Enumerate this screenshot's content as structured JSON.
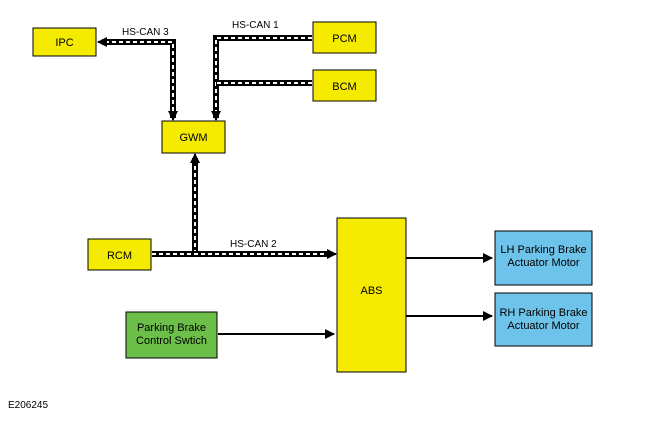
{
  "diagram": {
    "modules": {
      "ipc": "IPC",
      "pcm": "PCM",
      "bcm": "BCM",
      "gwm": "GWM",
      "rcm": "RCM",
      "abs": "ABS",
      "switch_line1": "Parking Brake",
      "switch_line2": "Control Swtich",
      "lh_line1": "LH Parking Brake",
      "lh_line2": "Actuator Motor",
      "rh_line1": "RH Parking Brake",
      "rh_line2": "Actuator Motor"
    },
    "buses": {
      "hs_can_1": "HS-CAN 1",
      "hs_can_2": "HS-CAN 2",
      "hs_can_3": "HS-CAN 3"
    },
    "colors": {
      "module_yellow": "#f5eb00",
      "switch_green": "#6cc04a",
      "motor_blue": "#6ec3ea"
    }
  },
  "figure_id": "E206245"
}
